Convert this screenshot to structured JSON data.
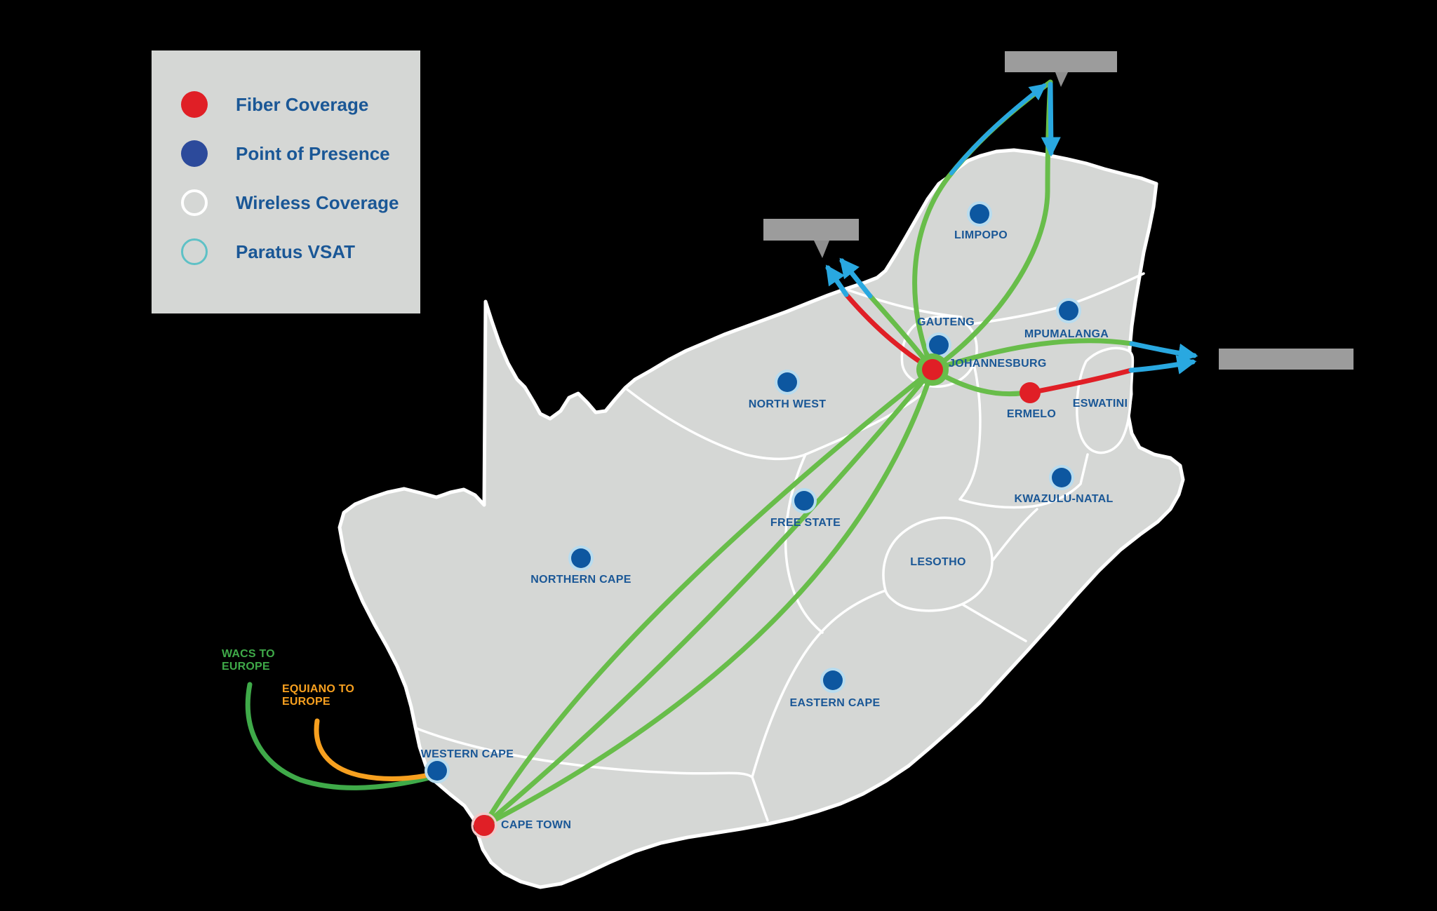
{
  "legend": {
    "items": [
      {
        "id": "fiber",
        "label": "Fiber Coverage"
      },
      {
        "id": "pop",
        "label": "Point of Presence"
      },
      {
        "id": "wireless",
        "label": "Wireless Coverage"
      },
      {
        "id": "vsat",
        "label": "Paratus VSAT"
      }
    ]
  },
  "provinces": {
    "limpopo": "LIMPOPO",
    "gauteng": "GAUTENG",
    "mpumalanga": "MPUMALANGA",
    "north_west": "NORTH WEST",
    "free_state": "FREE STATE",
    "kwazulu_natal": "KWAZULU-NATAL",
    "northern_cape": "NORTHERN CAPE",
    "eastern_cape": "EASTERN CAPE",
    "western_cape": "WESTERN CAPE",
    "lesotho": "LESOTHO",
    "eswatini": "ESWATINI"
  },
  "cities": {
    "johannesburg": "JOHANNESBURG",
    "ermelo": "ERMELO",
    "cape_town": "CAPE TOWN"
  },
  "cables": {
    "wacs": "WACS TO EUROPE",
    "equiano": "EQUIANO TO EUROPE"
  },
  "colors": {
    "fiber_red": "#e01f26",
    "pop_legend_blue": "#2c4a9b",
    "pop_dot_blue": "#0d57a0",
    "dot_halo": "#b8dcef",
    "route_green": "#68bd4a",
    "arrow_blue": "#29a8e0",
    "vsat_teal": "#5ec1c6",
    "cable_orange": "#f7a01f",
    "cable_green": "#3faa49",
    "label_blue": "#1a5796",
    "land_gray": "#d5d7d5",
    "redacted_gray": "#9c9c9c",
    "background": "#000000"
  }
}
